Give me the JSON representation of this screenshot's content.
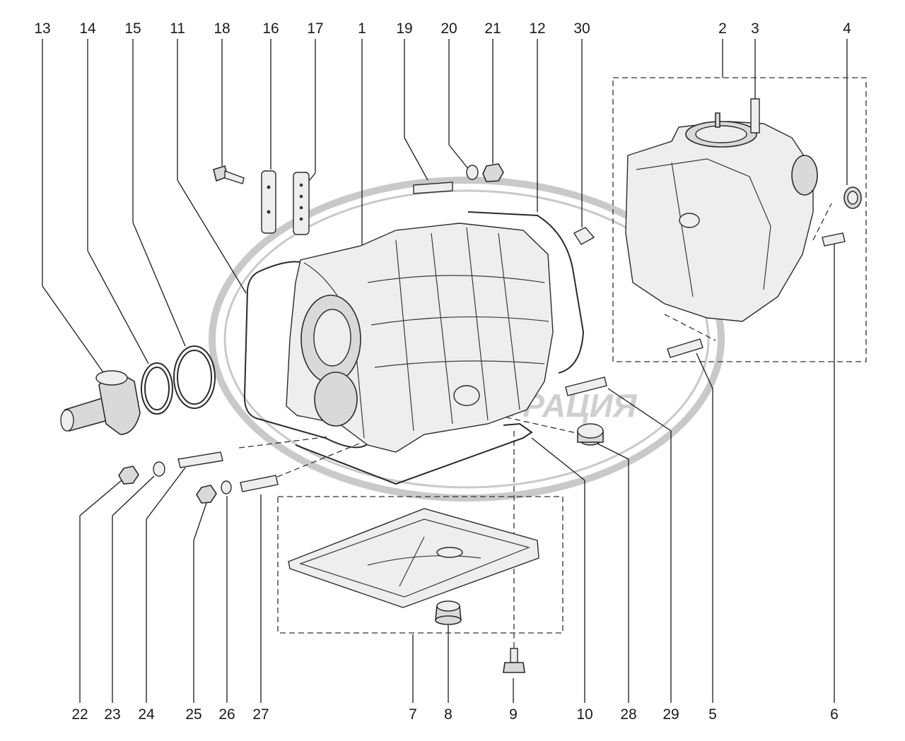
{
  "watermark": {
    "text": "АВТОМАГИСТРАЦИЯ"
  },
  "callouts_top": [
    "13",
    "14",
    "15",
    "11",
    "18",
    "16",
    "17",
    "1",
    "19",
    "20",
    "21",
    "12",
    "30",
    "2",
    "3",
    "4"
  ],
  "callouts_bottom": [
    "22",
    "23",
    "24",
    "25",
    "26",
    "27",
    "7",
    "8",
    "9",
    "10",
    "28",
    "29",
    "5",
    "6"
  ],
  "callout_list": [
    {
      "id": "13",
      "label": "13"
    },
    {
      "id": "14",
      "label": "14"
    },
    {
      "id": "15",
      "label": "15"
    },
    {
      "id": "11",
      "label": "11"
    },
    {
      "id": "18",
      "label": "18"
    },
    {
      "id": "16",
      "label": "16"
    },
    {
      "id": "17",
      "label": "17"
    },
    {
      "id": "1",
      "label": "1"
    },
    {
      "id": "19",
      "label": "19"
    },
    {
      "id": "20",
      "label": "20"
    },
    {
      "id": "21",
      "label": "21"
    },
    {
      "id": "12",
      "label": "12"
    },
    {
      "id": "30",
      "label": "30"
    },
    {
      "id": "2",
      "label": "2"
    },
    {
      "id": "3",
      "label": "3"
    },
    {
      "id": "4",
      "label": "4"
    },
    {
      "id": "22",
      "label": "22"
    },
    {
      "id": "23",
      "label": "23"
    },
    {
      "id": "24",
      "label": "24"
    },
    {
      "id": "25",
      "label": "25"
    },
    {
      "id": "26",
      "label": "26"
    },
    {
      "id": "27",
      "label": "27"
    },
    {
      "id": "7",
      "label": "7"
    },
    {
      "id": "8",
      "label": "8"
    },
    {
      "id": "9",
      "label": "9"
    },
    {
      "id": "10",
      "label": "10"
    },
    {
      "id": "28",
      "label": "28"
    },
    {
      "id": "29",
      "label": "29"
    },
    {
      "id": "5",
      "label": "5"
    },
    {
      "id": "6",
      "label": "6"
    }
  ]
}
